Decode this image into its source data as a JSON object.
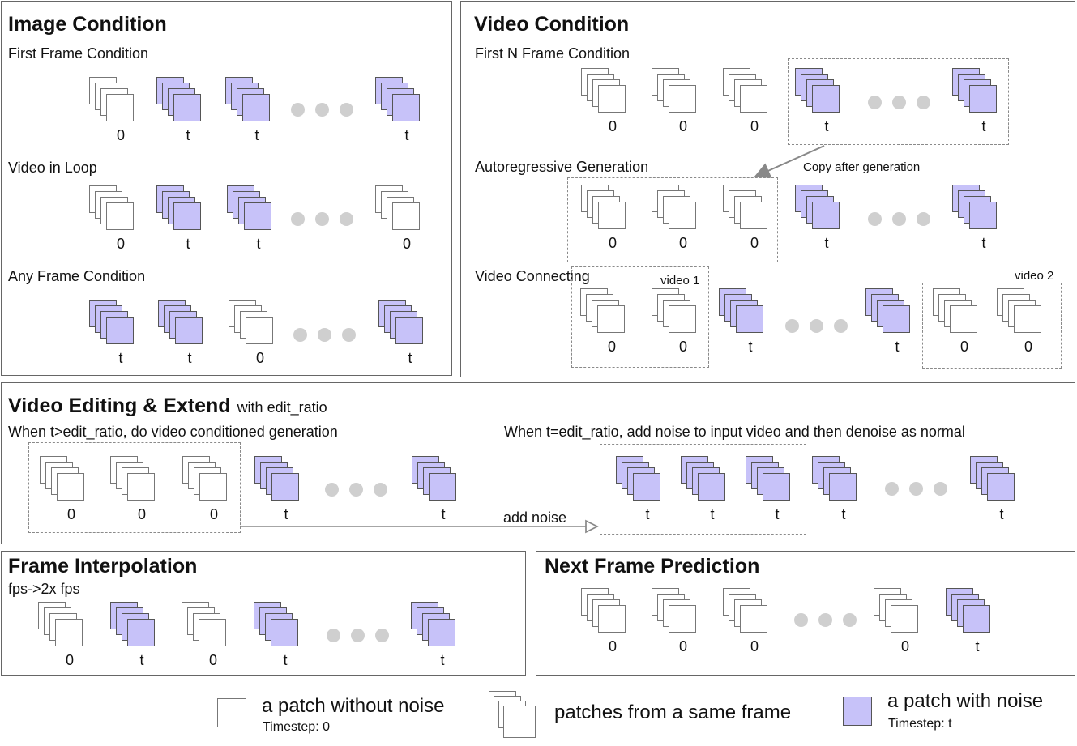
{
  "colors": {
    "noise_fill": "#c7c2f9",
    "border": "#666666",
    "dots": "#cfcfcf"
  },
  "image_condition": {
    "title": "Image Condition",
    "rows": [
      {
        "caption": "First Frame Condition",
        "stacks": [
          {
            "label": "0",
            "noisy": false
          },
          {
            "label": "t",
            "noisy": true
          },
          {
            "label": "t",
            "noisy": true
          },
          {
            "label": "t",
            "noisy": true
          }
        ]
      },
      {
        "caption": "Video in Loop",
        "stacks": [
          {
            "label": "0",
            "noisy": false
          },
          {
            "label": "t",
            "noisy": true
          },
          {
            "label": "t",
            "noisy": true
          },
          {
            "label": "0",
            "noisy": false
          }
        ]
      },
      {
        "caption": "Any Frame Condition",
        "stacks": [
          {
            "label": "t",
            "noisy": true
          },
          {
            "label": "t",
            "noisy": true
          },
          {
            "label": "0",
            "noisy": false
          },
          {
            "label": "t",
            "noisy": true
          }
        ]
      }
    ]
  },
  "video_condition": {
    "title": "Video Condition",
    "first_n": {
      "caption": "First N Frame Condition",
      "stacks": [
        {
          "label": "0",
          "noisy": false
        },
        {
          "label": "0",
          "noisy": false
        },
        {
          "label": "0",
          "noisy": false
        },
        {
          "label": "t",
          "noisy": true
        },
        {
          "label": "t",
          "noisy": true
        }
      ]
    },
    "autoregressive": {
      "caption": "Autoregressive Generation",
      "arrow_label": "Copy after generation",
      "stacks": [
        {
          "label": "0",
          "noisy": false
        },
        {
          "label": "0",
          "noisy": false
        },
        {
          "label": "0",
          "noisy": false
        },
        {
          "label": "t",
          "noisy": true
        },
        {
          "label": "t",
          "noisy": true
        }
      ]
    },
    "connecting": {
      "caption": "Video Connecting",
      "video1_label": "video 1",
      "video2_label": "video 2",
      "stacks": [
        {
          "label": "0",
          "noisy": false
        },
        {
          "label": "0",
          "noisy": false
        },
        {
          "label": "t",
          "noisy": true
        },
        {
          "label": "t",
          "noisy": true
        },
        {
          "label": "0",
          "noisy": false
        },
        {
          "label": "0",
          "noisy": false
        }
      ]
    }
  },
  "video_editing": {
    "title": "Video Editing & Extend",
    "subtitle": "with edit_ratio",
    "left_caption": "When t>edit_ratio, do video conditioned generation",
    "right_caption": "When t=edit_ratio, add noise to input video and then denoise as normal",
    "arrow_label": "add noise",
    "left_stacks": [
      {
        "label": "0",
        "noisy": false
      },
      {
        "label": "0",
        "noisy": false
      },
      {
        "label": "0",
        "noisy": false
      },
      {
        "label": "t",
        "noisy": true
      },
      {
        "label": "t",
        "noisy": true
      }
    ],
    "right_stacks": [
      {
        "label": "t",
        "noisy": true
      },
      {
        "label": "t",
        "noisy": true
      },
      {
        "label": "t",
        "noisy": true
      },
      {
        "label": "t",
        "noisy": true
      },
      {
        "label": "t",
        "noisy": true
      }
    ]
  },
  "frame_interpolation": {
    "title": "Frame Interpolation",
    "caption": "fps->2x fps",
    "stacks": [
      {
        "label": "0",
        "noisy": false
      },
      {
        "label": "t",
        "noisy": true
      },
      {
        "label": "0",
        "noisy": false
      },
      {
        "label": "t",
        "noisy": true
      },
      {
        "label": "t",
        "noisy": true
      }
    ]
  },
  "next_frame": {
    "title": "Next Frame Prediction",
    "stacks": [
      {
        "label": "0",
        "noisy": false
      },
      {
        "label": "0",
        "noisy": false
      },
      {
        "label": "0",
        "noisy": false
      },
      {
        "label": "0",
        "noisy": false
      },
      {
        "label": "t",
        "noisy": true
      }
    ]
  },
  "legend": {
    "clean_label": "a patch without noise",
    "clean_sub": "Timestep: 0",
    "stack_label": "patches from a same frame",
    "noisy_label": "a patch with noise",
    "noisy_sub": "Timestep: t"
  }
}
